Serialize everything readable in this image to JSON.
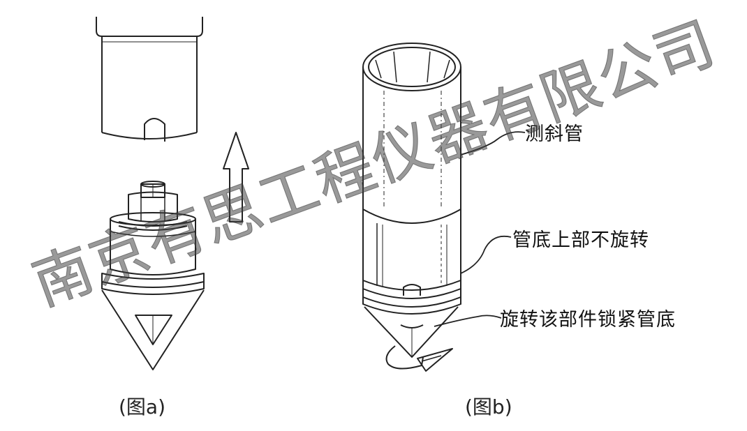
{
  "labels": {
    "inclinometer_pipe": "测斜管",
    "upper_bottom_fixed": "管底上部不旋转",
    "rotate_to_lock": "旋转该部件锁紧管底"
  },
  "captions": {
    "figure_a": "(图a)",
    "figure_b": "(图b)"
  },
  "watermark": "南京有思工程仪器有限公司",
  "colors": {
    "line": "#222222",
    "rotation_arrow": "#333333"
  },
  "icons": {
    "upward_arrow": "up-arrow-icon",
    "rotation_arrow": "rotate-arrow-icon"
  }
}
